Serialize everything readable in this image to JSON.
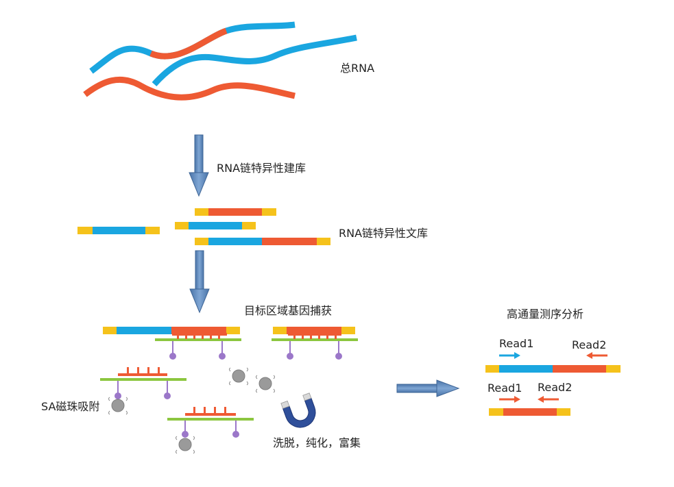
{
  "labels": {
    "total_rna": "总RNA",
    "library_construction": "RNA链特异性建库",
    "library": "RNA链特异性文库",
    "target_capture": "目标区域基因捕获",
    "sa_beads": "SA磁珠吸附",
    "elution": "洗脱，纯化，富集",
    "sequencing": "高通量测序分析",
    "read1_top": "Read1",
    "read2_top": "Read2",
    "read1_bottom": "Read1",
    "read2_bottom": "Read2"
  },
  "colors": {
    "blue_rna": "#1aa6e0",
    "orange_rna": "#ee5a33",
    "adapter": "#f5c21b",
    "probe": "#8cc63f",
    "biotin": "#9b77c9",
    "bead": "#9a9a9a",
    "arrow": "#5a84b8",
    "magnet_blue": "#2f4f9a"
  }
}
